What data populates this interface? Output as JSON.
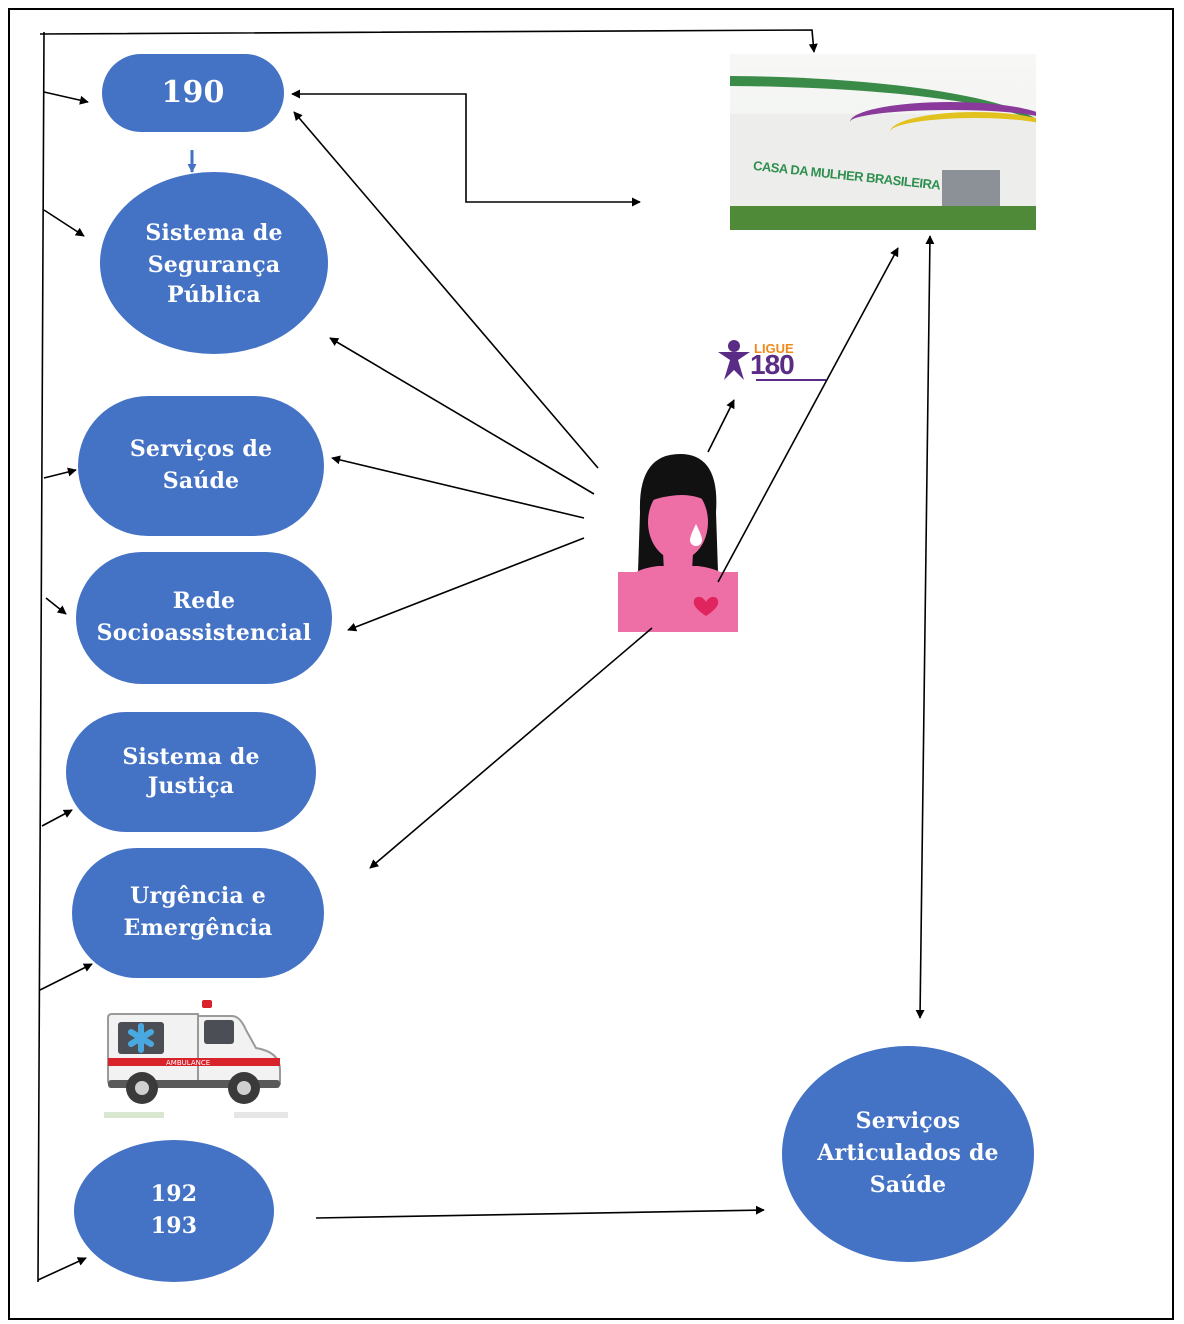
{
  "nodes": {
    "n190": {
      "lines": [
        "190"
      ]
    },
    "seguranca": {
      "lines": [
        "Sistema  de",
        "Segurança",
        "Pública"
      ]
    },
    "saude": {
      "lines": [
        "Serviços de",
        "Saúde"
      ]
    },
    "rede": {
      "lines": [
        "Rede",
        "Socioassistencial"
      ]
    },
    "justica": {
      "lines": [
        "Sistema de",
        "Justiça"
      ]
    },
    "urgencia": {
      "lines": [
        "Urgência e",
        "Emergência"
      ]
    },
    "n192": {
      "lines": [
        "192",
        "193"
      ]
    },
    "articulados": {
      "lines": [
        "Serviços",
        "Articulados de",
        "Saúde"
      ]
    }
  },
  "images": {
    "casa_sign": "CASA DA MULHER BRASILEIRA",
    "ligue_word": "LIGUE",
    "ligue_number": "180",
    "ambulance_label": "AMBULANCE"
  },
  "colors": {
    "node_fill": "#4472c4",
    "node_text": "#ffffff",
    "arrow": "#000000",
    "woman_skin": "#ee6fa6",
    "woman_hair": "#111111",
    "heart": "#e0245e",
    "tear": "#ffffff"
  },
  "icons": [
    "woman-crying-icon",
    "ligue-180-logo",
    "ambulance-icon",
    "casa-da-mulher-photo"
  ]
}
